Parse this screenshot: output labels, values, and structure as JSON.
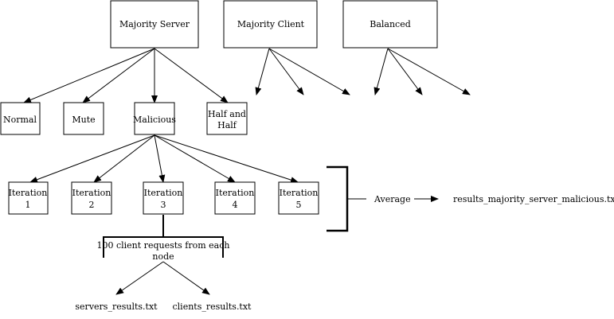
{
  "top": {
    "majority_server": "Majority Server",
    "majority_client": "Majority Client",
    "balanced": "Balanced"
  },
  "modes": {
    "normal": "Normal",
    "mute": "Mute",
    "malicious": "Malicious",
    "half_and_half_line1": "Half and",
    "half_and_half_line2": "Half"
  },
  "iterations": [
    {
      "line1": "Iteration",
      "line2": "1"
    },
    {
      "line1": "Iteration",
      "line2": "2"
    },
    {
      "line1": "Iteration",
      "line2": "3"
    },
    {
      "line1": "Iteration",
      "line2": "4"
    },
    {
      "line1": "Iteration",
      "line2": "5"
    }
  ],
  "requests": {
    "line1": "100 client requests from each",
    "line2": "node"
  },
  "average": "Average",
  "output_file": "results_majority_server_malicious.txt",
  "servers_file": "servers_results.txt",
  "clients_file": "clients_results.txt"
}
